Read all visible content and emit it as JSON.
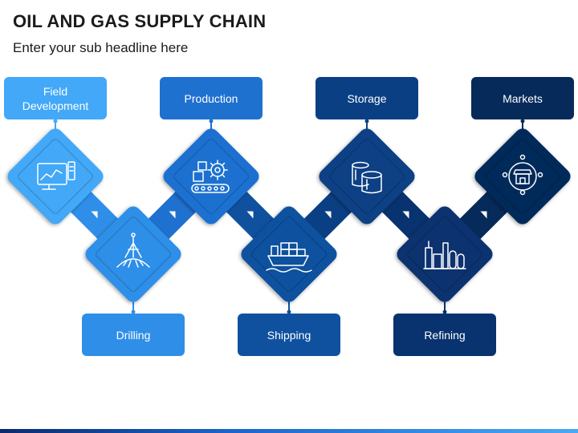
{
  "header": {
    "title": "OIL AND GAS SUPPLY CHAIN",
    "subtitle": "Enter your sub headline here"
  },
  "stages": [
    {
      "label": "Field\nDevelopment",
      "icon": "monitor-chart-icon",
      "row": "top",
      "color": "#42a8f7"
    },
    {
      "label": "Drilling",
      "icon": "drilling-rig-icon",
      "row": "bottom",
      "color": "#2f8fe8"
    },
    {
      "label": "Production",
      "icon": "gear-conveyor-icon",
      "row": "top",
      "color": "#1f71d0"
    },
    {
      "label": "Shipping",
      "icon": "cargo-ship-icon",
      "row": "bottom",
      "color": "#10519f"
    },
    {
      "label": "Storage",
      "icon": "storage-tanks-icon",
      "row": "top",
      "color": "#0b3f84"
    },
    {
      "label": "Refining",
      "icon": "refinery-icon",
      "row": "bottom",
      "color": "#08336f"
    },
    {
      "label": "Markets",
      "icon": "market-people-icon",
      "row": "top",
      "color": "#062a5a"
    }
  ]
}
